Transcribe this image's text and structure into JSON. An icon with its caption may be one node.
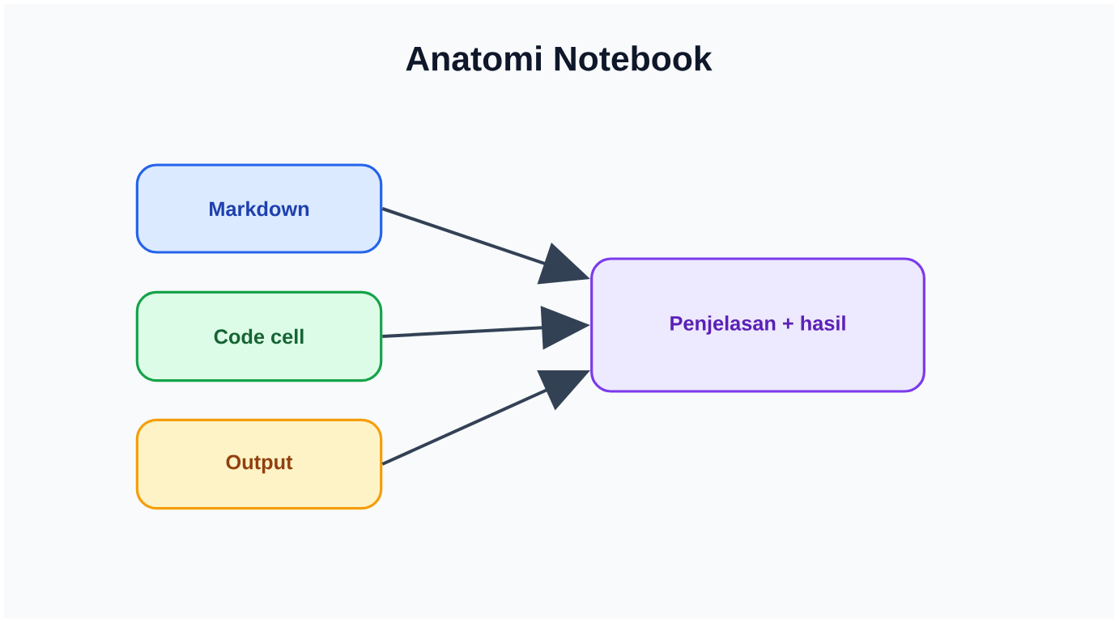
{
  "diagram": {
    "title": "Anatomi Notebook",
    "nodes": [
      {
        "text": [
          "Markdown"
        ]
      },
      {
        "text": [
          "Code cell"
        ]
      },
      {
        "text": [
          "Output"
        ]
      },
      {
        "text": [
          "Penjelasan + hasil"
        ]
      }
    ],
    "edges": [
      {
        "from": 0,
        "to": 3,
        "arrow": "to"
      },
      {
        "from": 1,
        "to": 3,
        "arrow": "to"
      },
      {
        "from": 2,
        "to": 3,
        "arrow": "to"
      }
    ]
  }
}
